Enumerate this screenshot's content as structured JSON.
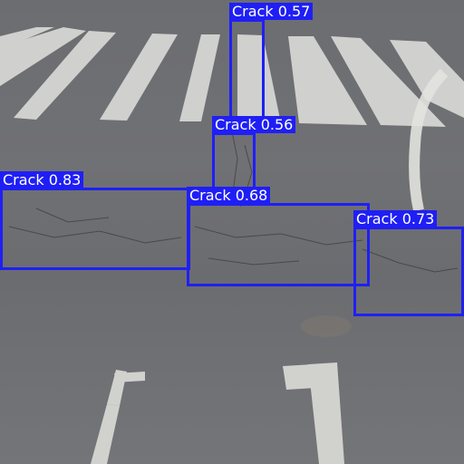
{
  "image": {
    "subject": "asphalt road with zebra crosswalk and detected cracks",
    "box_color": "#1f1ff5",
    "label_text_color": "#ffffff"
  },
  "detections": [
    {
      "label": "Crack 0.57"
    },
    {
      "label": "Crack 0.56"
    },
    {
      "label": "Crack 0.83"
    },
    {
      "label": "Crack 0.68"
    },
    {
      "label": "Crack 0.73"
    }
  ]
}
